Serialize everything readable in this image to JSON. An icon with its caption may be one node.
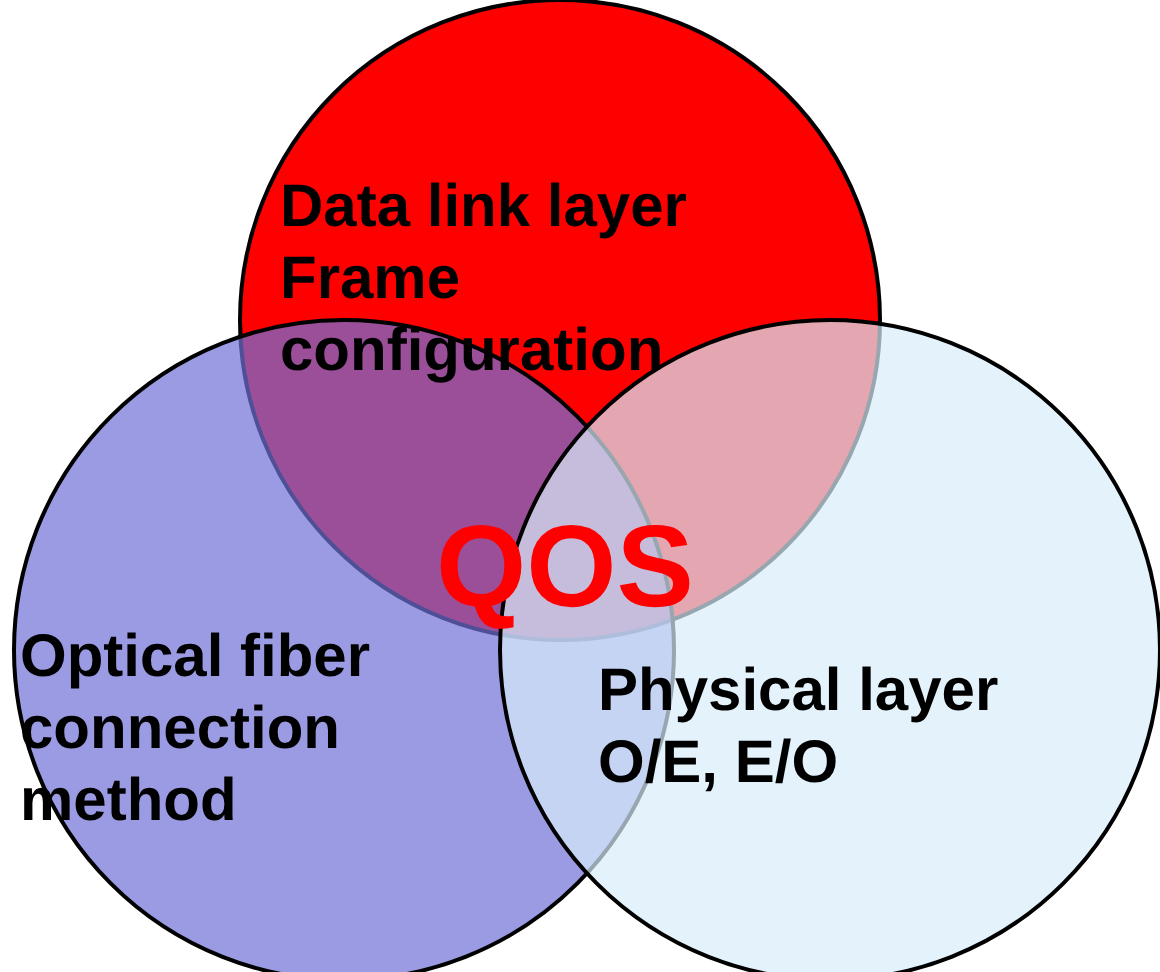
{
  "diagram": {
    "nodes": [
      {
        "text": [
          "Data link layer",
          "Frame configuration"
        ]
      },
      {
        "text": [
          "Optical fiber connection method"
        ]
      },
      {
        "text": [
          "Physical layer",
          "O/E, E/O"
        ]
      }
    ],
    "labels": [
      "QOS"
    ]
  }
}
